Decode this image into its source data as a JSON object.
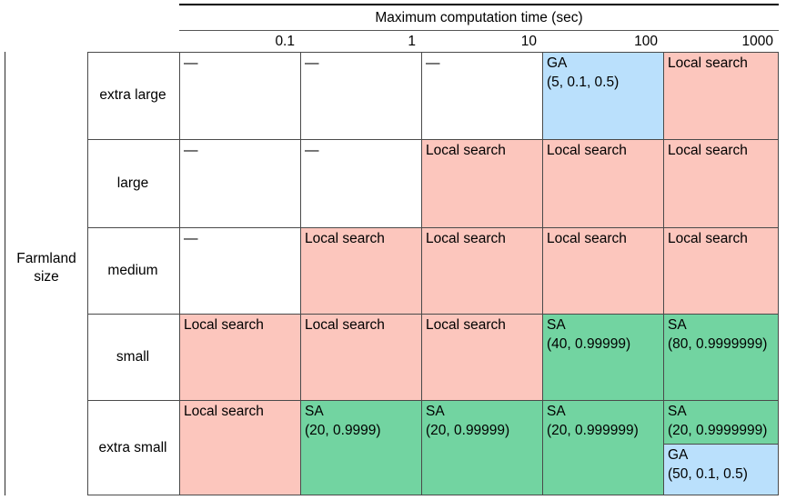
{
  "table": {
    "column_group_title": "Maximum computation time (sec)",
    "row_group_title_line1": "Farmland",
    "row_group_title_line2": "size",
    "column_headers": [
      "0.1",
      "1",
      "10",
      "100",
      "1000"
    ],
    "row_headers": [
      "extra large",
      "large",
      "medium",
      "small",
      "extra small"
    ],
    "dash_glyph": "—",
    "colors": {
      "pink": "#fcc6bd",
      "green": "#72d4a1",
      "blue": "#bae0fc",
      "white": "#ffffff",
      "rule": "#4a4a4a"
    },
    "rows": [
      {
        "header": "extra large",
        "cells": [
          {
            "fill": "white",
            "line1": "—",
            "line2": ""
          },
          {
            "fill": "white",
            "line1": "—",
            "line2": ""
          },
          {
            "fill": "white",
            "line1": "—",
            "line2": ""
          },
          {
            "fill": "blue",
            "line1": "GA",
            "line2": "(5, 0.1, 0.5)"
          },
          {
            "fill": "pink",
            "line1": "Local search",
            "line2": ""
          }
        ]
      },
      {
        "header": "large",
        "cells": [
          {
            "fill": "white",
            "line1": "—",
            "line2": ""
          },
          {
            "fill": "white",
            "line1": "—",
            "line2": ""
          },
          {
            "fill": "pink",
            "line1": "Local search",
            "line2": ""
          },
          {
            "fill": "pink",
            "line1": "Local search",
            "line2": ""
          },
          {
            "fill": "pink",
            "line1": "Local search",
            "line2": ""
          }
        ]
      },
      {
        "header": "medium",
        "cells": [
          {
            "fill": "white",
            "line1": "—",
            "line2": ""
          },
          {
            "fill": "pink",
            "line1": "Local search",
            "line2": ""
          },
          {
            "fill": "pink",
            "line1": "Local search",
            "line2": ""
          },
          {
            "fill": "pink",
            "line1": "Local search",
            "line2": ""
          },
          {
            "fill": "pink",
            "line1": "Local search",
            "line2": ""
          }
        ]
      },
      {
        "header": "small",
        "cells": [
          {
            "fill": "pink",
            "line1": "Local search",
            "line2": ""
          },
          {
            "fill": "pink",
            "line1": "Local search",
            "line2": ""
          },
          {
            "fill": "pink",
            "line1": "Local search",
            "line2": ""
          },
          {
            "fill": "green",
            "line1": "SA",
            "line2": "(40, 0.99999)"
          },
          {
            "fill": "green",
            "line1": "SA",
            "line2": "(80, 0.9999999)"
          }
        ]
      },
      {
        "header": "extra small",
        "cells": [
          {
            "fill": "pink",
            "line1": "Local search",
            "line2": ""
          },
          {
            "fill": "green",
            "line1": "SA",
            "line2": "(20, 0.9999)"
          },
          {
            "fill": "green",
            "line1": "SA",
            "line2": "(20, 0.99999)"
          },
          {
            "fill": "green",
            "line1": "SA",
            "line2": "(20, 0.999999)"
          },
          {
            "fill": "green",
            "line1": "SA",
            "line2": "(20, 0.9999999)",
            "split_bottom": {
              "fill": "blue",
              "line1": "GA",
              "line2": "(50, 0.1, 0.5)"
            }
          }
        ]
      }
    ]
  }
}
